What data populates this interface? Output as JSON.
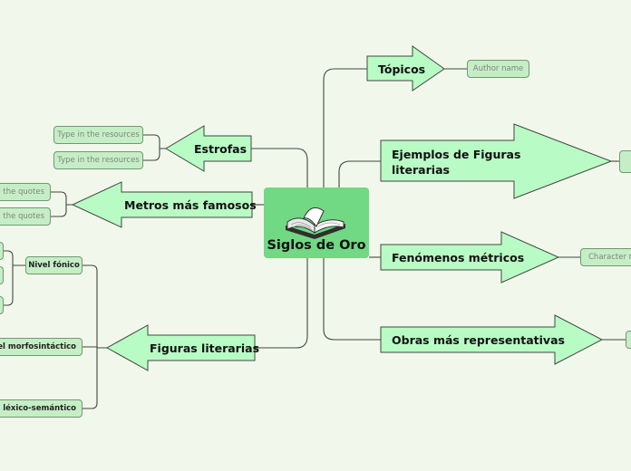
{
  "central": {
    "label": "Siglos de Oro",
    "icon": "open-book-icon"
  },
  "colors": {
    "background": "#f2f7ec",
    "central": "#71d884",
    "arrow": "#b9fbc5",
    "subtopic": "#c6eec6",
    "line": "#3f4a3f"
  },
  "right_topics": [
    {
      "label": "Tópicos",
      "child": "Author name"
    },
    {
      "label_lines": [
        "Ejemplos de Figuras",
        "literarias"
      ],
      "child": ""
    },
    {
      "label": "Fenómenos métricos",
      "child": "Character na"
    },
    {
      "label": "Obras más representativas",
      "child": ""
    }
  ],
  "left_topics": [
    {
      "label": "Estrofas",
      "children": [
        "Type in the resources",
        "Type in the resources"
      ]
    },
    {
      "label": "Metros más famosos",
      "children": [
        "in the quotes",
        "in the quotes"
      ]
    },
    {
      "label": "Figuras literarias",
      "children": [
        "Nivel fónico",
        "Nivel morfosintáctico",
        "Nivel léxico-semántico"
      ]
    }
  ]
}
